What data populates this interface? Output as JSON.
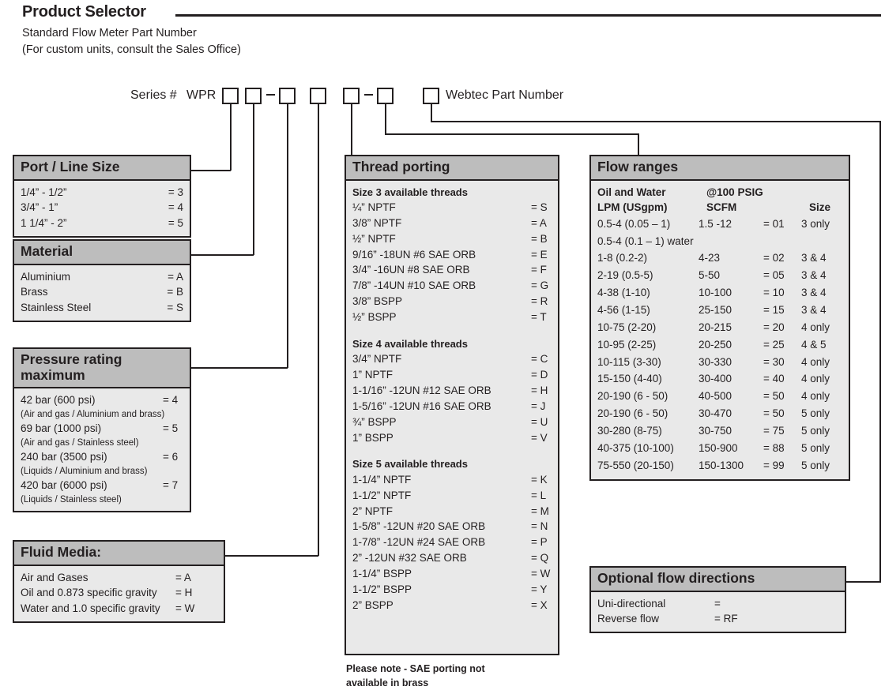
{
  "header": {
    "title": "Product Selector",
    "subtitle_1": "Standard Flow Meter Part Number",
    "subtitle_2": "(For custom units, consult the Sales Office)"
  },
  "part_number": {
    "series_label": "Series #",
    "prefix": "WPR",
    "trailing_label": "Webtec Part Number",
    "boxes": [
      "",
      "",
      "",
      "",
      "",
      "",
      ""
    ],
    "separators": [
      "dash",
      "dash"
    ]
  },
  "port_line_size": {
    "heading": "Port / Line Size",
    "rows": [
      {
        "label": "1/4” - 1/2”",
        "code": "= 3"
      },
      {
        "label": "3/4” - 1”",
        "code": "= 4"
      },
      {
        "label": "1 1/4” - 2”",
        "code": "= 5"
      }
    ]
  },
  "material": {
    "heading": "Material",
    "rows": [
      {
        "label": "Aluminium",
        "code": "= A"
      },
      {
        "label": "Brass",
        "code": "= B"
      },
      {
        "label": "Stainless Steel",
        "code": "= S"
      }
    ]
  },
  "pressure_rating": {
    "heading": "Pressure rating maximum",
    "rows": [
      {
        "label": "42 bar (600 psi)",
        "code": "= 4",
        "note": "(Air and gas / Aluminium and brass)"
      },
      {
        "label": "69 bar (1000 psi)",
        "code": "= 5",
        "note": "(Air and gas / Stainless steel)"
      },
      {
        "label": "240 bar (3500 psi)",
        "code": "= 6",
        "note": "(Liquids / Aluminium and brass)"
      },
      {
        "label": "420 bar (6000 psi)",
        "code": "= 7",
        "note": "(Liquids / Stainless steel)"
      }
    ]
  },
  "fluid_media": {
    "heading": "Fluid Media:",
    "rows": [
      {
        "label": "Air and Gases",
        "code": "= A"
      },
      {
        "label": "Oil and 0.873 specific gravity",
        "code": "= H"
      },
      {
        "label": "Water and 1.0 specific gravity",
        "code": "= W"
      }
    ]
  },
  "thread_porting": {
    "heading": "Thread porting",
    "groups": [
      {
        "title": "Size 3 available threads",
        "rows": [
          {
            "label": "¼” NPTF",
            "code": "= S"
          },
          {
            "label": "3/8” NPTF",
            "code": "= A"
          },
          {
            "label": "½” NPTF",
            "code": "= B"
          },
          {
            "label": "9/16” -18UN #6 SAE ORB",
            "code": "= E"
          },
          {
            "label": "3/4” -16UN #8 SAE ORB",
            "code": "= F"
          },
          {
            "label": "7/8” -14UN #10 SAE ORB",
            "code": "= G"
          },
          {
            "label": "3/8” BSPP",
            "code": "= R"
          },
          {
            "label": "½” BSPP",
            "code": "= T"
          }
        ]
      },
      {
        "title": "Size 4 available threads",
        "rows": [
          {
            "label": "3/4” NPTF",
            "code": "= C"
          },
          {
            "label": "1” NPTF",
            "code": "= D"
          },
          {
            "label": "1-1/16” -12UN #12 SAE ORB",
            "code": "= H"
          },
          {
            "label": "1-5/16” -12UN #16 SAE ORB",
            "code": "= J"
          },
          {
            "label": "¾” BSPP",
            "code": "= U"
          },
          {
            "label": "1” BSPP",
            "code": "= V"
          }
        ]
      },
      {
        "title": "Size 5 available threads",
        "rows": [
          {
            "label": "1-1/4” NPTF",
            "code": "= K"
          },
          {
            "label": "1-1/2” NPTF",
            "code": "= L"
          },
          {
            "label": "2” NPTF",
            "code": "= M"
          },
          {
            "label": "1-5/8” -12UN #20 SAE ORB",
            "code": "= N"
          },
          {
            "label": "1-7/8” -12UN #24 SAE ORB",
            "code": "= P"
          },
          {
            "label": "2” -12UN #32 SAE ORB",
            "code": "= Q"
          },
          {
            "label": "1-1/4” BSPP",
            "code": "= W"
          },
          {
            "label": "1-1/2” BSPP",
            "code": "= Y"
          },
          {
            "label": "2” BSPP",
            "code": "= X"
          }
        ]
      }
    ],
    "footnote_line_1": "Please note - SAE porting not",
    "footnote_line_2": "available in brass"
  },
  "flow_ranges": {
    "heading": "Flow ranges",
    "header_row_1": {
      "c1": "Oil and Water",
      "c2": "@100 PSIG",
      "c3": "",
      "c4": ""
    },
    "header_row_2": {
      "c1": "LPM (USgpm)",
      "c2": "SCFM",
      "c3": "",
      "c4": "Size"
    },
    "rows": [
      {
        "lpm": "0.5-4 (0.05 – 1)",
        "scfm": "1.5 -12",
        "code": "= 01",
        "size": "3 only"
      },
      {
        "lpm": "0.5-4 (0.1 – 1) water",
        "scfm": "",
        "code": "",
        "size": ""
      },
      {
        "lpm": "1-8 (0.2-2)",
        "scfm": "4-23",
        "code": "= 02",
        "size": "3 & 4"
      },
      {
        "lpm": "2-19 (0.5-5)",
        "scfm": "5-50",
        "code": "= 05",
        "size": "3 & 4"
      },
      {
        "lpm": "4-38 (1-10)",
        "scfm": "10-100",
        "code": "= 10",
        "size": "3 & 4"
      },
      {
        "lpm": "4-56 (1-15)",
        "scfm": "25-150",
        "code": "= 15",
        "size": "3 & 4"
      },
      {
        "lpm": "10-75 (2-20)",
        "scfm": "20-215",
        "code": "= 20",
        "size": "4 only"
      },
      {
        "lpm": "10-95 (2-25)",
        "scfm": "20-250",
        "code": "= 25",
        "size": "4 & 5"
      },
      {
        "lpm": "10-115 (3-30)",
        "scfm": "30-330",
        "code": "= 30",
        "size": "4 only"
      },
      {
        "lpm": "15-150 (4-40)",
        "scfm": "30-400",
        "code": "= 40",
        "size": "4 only"
      },
      {
        "lpm": "20-190 (6 - 50)",
        "scfm": "40-500",
        "code": "= 50",
        "size": "4 only"
      },
      {
        "lpm": "20-190 (6 - 50)",
        "scfm": "30-470",
        "code": "= 50",
        "size": "5 only"
      },
      {
        "lpm": "30-280 (8-75)",
        "scfm": "30-750",
        "code": "= 75",
        "size": "5 only"
      },
      {
        "lpm": "40-375 (10-100)",
        "scfm": "150-900",
        "code": "= 88",
        "size": "5 only"
      },
      {
        "lpm": "75-550 (20-150)",
        "scfm": "150-1300",
        "code": "= 99",
        "size": "5 only"
      }
    ]
  },
  "optional_flow_directions": {
    "heading": "Optional flow directions",
    "rows": [
      {
        "label": "Uni-directional",
        "code": "="
      },
      {
        "label": "Reverse flow",
        "code": "= RF"
      }
    ]
  },
  "colors": {
    "ink": "#231f20",
    "header_fill": "#bdbdbd",
    "body_fill": "#e9e9e9"
  }
}
